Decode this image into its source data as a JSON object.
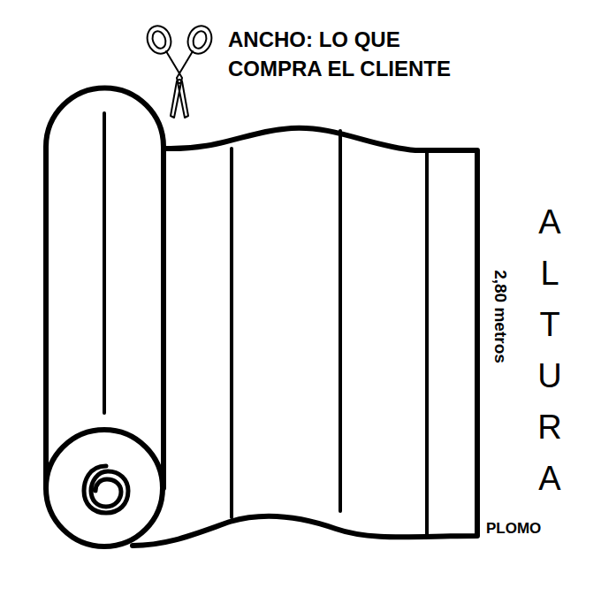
{
  "diagram": {
    "labels": [
      "ANCHO: LO QUE COMPRA EL CLIENTE",
      "ALTURA",
      "2,80 metros",
      "PLOMO"
    ]
  }
}
